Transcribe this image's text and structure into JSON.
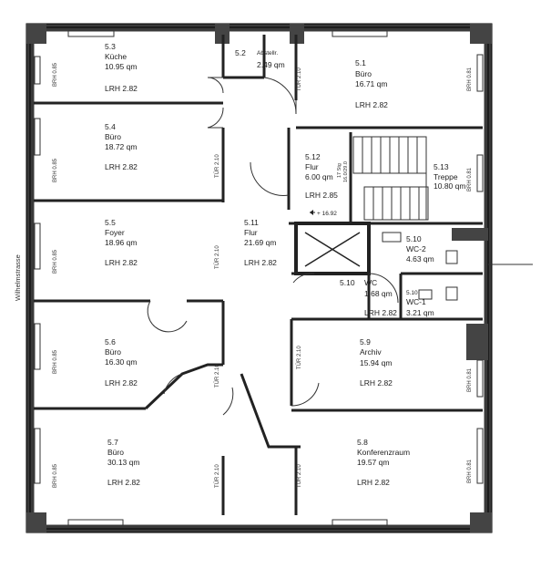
{
  "street": "Wilhelmstrasse",
  "rooms": [
    {
      "id": "r53",
      "num": "5.3",
      "name": "Küche",
      "area": "10.95 qm",
      "lrh": "LRH 2.82"
    },
    {
      "id": "r52",
      "num": "5.2",
      "name": "Abstellr.",
      "area": "2.49 qm",
      "lrh": ""
    },
    {
      "id": "r51",
      "num": "5.1",
      "name": "Büro",
      "area": "16.71 qm",
      "lrh": "LRH 2.82"
    },
    {
      "id": "r54",
      "num": "5.4",
      "name": "Büro",
      "area": "18.72 qm",
      "lrh": "LRH 2.82"
    },
    {
      "id": "r512",
      "num": "5.12",
      "name": "Flur",
      "area": "6.00 qm",
      "lrh": "LRH 2.85"
    },
    {
      "id": "r513",
      "num": "5.13",
      "name": "Treppe",
      "area": "10.80 qm",
      "lrh": ""
    },
    {
      "id": "r55",
      "num": "5.5",
      "name": "Foyer",
      "area": "18.96 qm",
      "lrh": "LRH 2.82"
    },
    {
      "id": "r511",
      "num": "5.11",
      "name": "Flur",
      "area": "21.69 qm",
      "lrh": "LRH 2.82"
    },
    {
      "id": "r510a",
      "num": "5.10",
      "name": "WC-2",
      "area": "4.63 qm",
      "lrh": ""
    },
    {
      "id": "r510b",
      "num": "5.10",
      "name": "WC",
      "area": "1.68 qm",
      "lrh": "LRH 2.82"
    },
    {
      "id": "r510c",
      "num": "5.10",
      "name": "WC-1",
      "area": "3.21 qm",
      "lrh": ""
    },
    {
      "id": "r56",
      "num": "5.6",
      "name": "Büro",
      "area": "16.30 qm",
      "lrh": "LRH 2.82"
    },
    {
      "id": "r59",
      "num": "5.9",
      "name": "Archiv",
      "area": "15.94 qm",
      "lrh": "LRH 2.82"
    },
    {
      "id": "r57",
      "num": "5.7",
      "name": "Büro",
      "area": "30.13 qm",
      "lrh": "LRH 2.82"
    },
    {
      "id": "r58",
      "num": "5.8",
      "name": "Konferenzraum",
      "area": "19.57 qm",
      "lrh": "LRH 2.82"
    }
  ],
  "annotations": {
    "stairs_note_1": "17 Stg",
    "stairs_note_2": "16.0/29.0",
    "level": "+ 16.92",
    "window_left": "BRH 0.85",
    "window_right": "BRH 0.81",
    "door_label": "TÜR 2.10"
  }
}
